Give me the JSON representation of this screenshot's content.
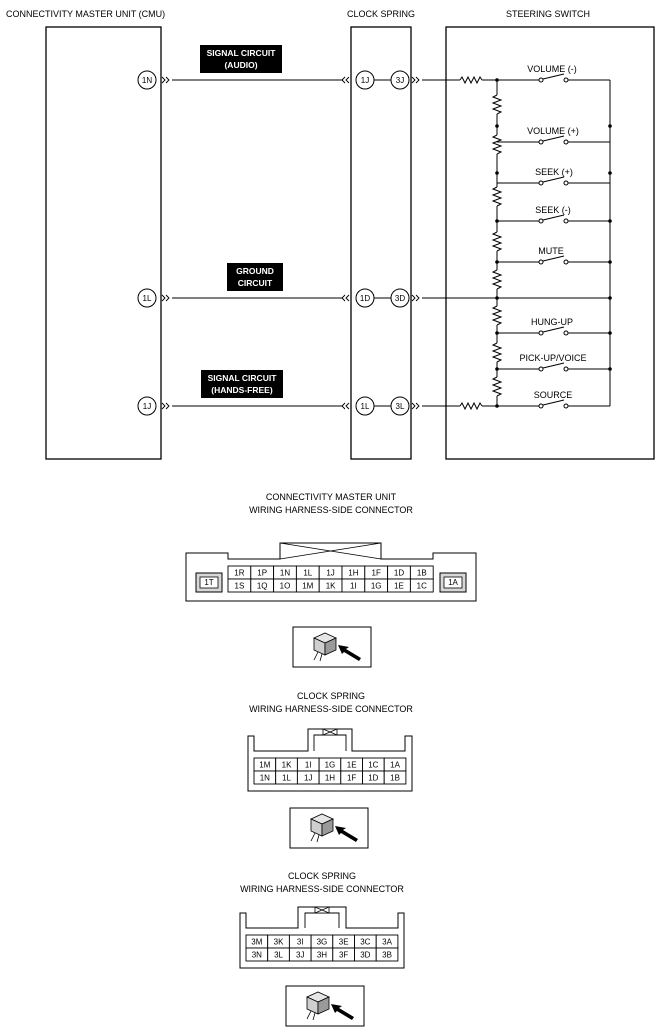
{
  "headers": {
    "cmu": "CONNECTIVITY MASTER UNIT (CMU)",
    "clock_spring": "CLOCK SPRING",
    "steering_switch": "STEERING SWITCH"
  },
  "circuit_labels": {
    "audio": [
      "SIGNAL CIRCUIT",
      "(AUDIO)"
    ],
    "ground": [
      "GROUND",
      "CIRCUIT"
    ],
    "handsfree": [
      "SIGNAL CIRCUIT",
      "(HANDS-FREE)"
    ]
  },
  "pins": {
    "cmu": [
      "1N",
      "1L",
      "1J"
    ],
    "clock_in": [
      "1J",
      "1D",
      "1L"
    ],
    "clock_out": [
      "3J",
      "3D",
      "3L"
    ]
  },
  "switches": [
    "VOLUME (-)",
    "VOLUME (+)",
    "SEEK (+)",
    "SEEK (-)",
    "MUTE",
    "HUNG-UP",
    "PICK-UP/VOICE",
    "SOURCE"
  ],
  "connectors": [
    {
      "title": [
        "CONNECTIVITY MASTER UNIT",
        "WIRING HARNESS-SIDE CONNECTOR"
      ],
      "rows": [
        [
          "1R",
          "1P",
          "1N",
          "1L",
          "1J",
          "1H",
          "1F",
          "1D",
          "1B"
        ],
        [
          "1S",
          "1Q",
          "1O",
          "1M",
          "1K",
          "1I",
          "1G",
          "1E",
          "1C"
        ]
      ],
      "left_pin": "1T",
      "right_pin": "1A"
    },
    {
      "title": [
        "CLOCK SPRING",
        "WIRING HARNESS-SIDE CONNECTOR"
      ],
      "rows": [
        [
          "1M",
          "1K",
          "1I",
          "1G",
          "1E",
          "1C",
          "1A"
        ],
        [
          "1N",
          "1L",
          "1J",
          "1H",
          "1F",
          "1D",
          "1B"
        ]
      ]
    },
    {
      "title": [
        "CLOCK SPRING",
        "WIRING HARNESS-SIDE CONNECTOR"
      ],
      "rows": [
        [
          "3M",
          "3K",
          "3I",
          "3G",
          "3E",
          "3C",
          "3A"
        ],
        [
          "3N",
          "3L",
          "3J",
          "3H",
          "3F",
          "3D",
          "3B"
        ]
      ]
    }
  ]
}
